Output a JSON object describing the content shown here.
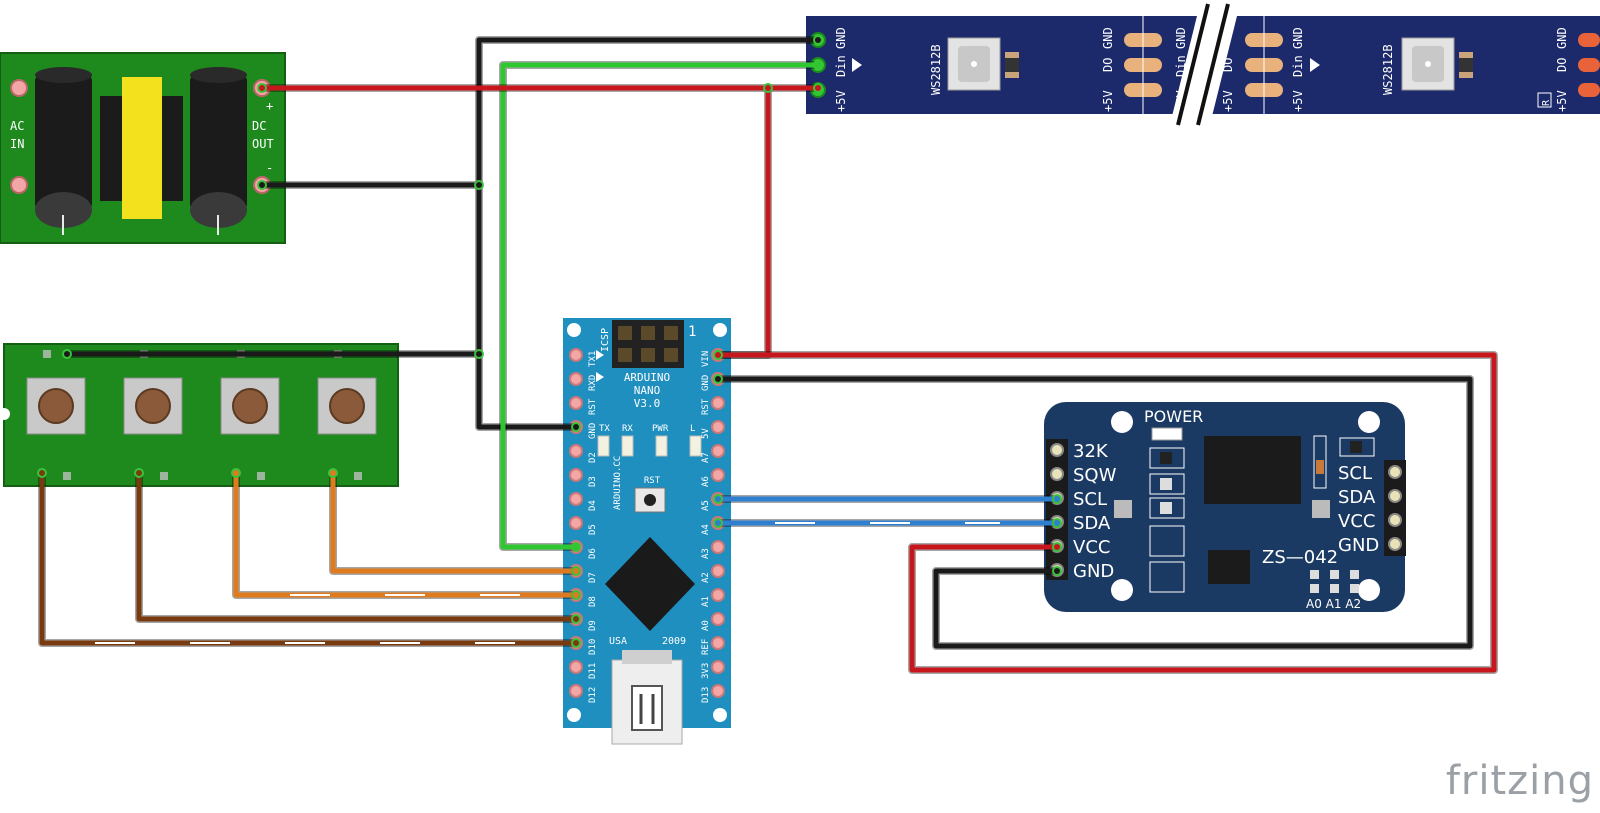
{
  "power_module": {
    "ac_label_1": "AC",
    "ac_label_2": "IN",
    "dc_label_1": "DC",
    "dc_label_2": "OUT",
    "plus": "+",
    "minus": "-"
  },
  "led_strip": {
    "segment_a_pins": [
      "+5V",
      "Din",
      "GND"
    ],
    "segment_a_out_pins": [
      "+5V",
      "DO",
      "GND"
    ],
    "segment_b_pins": [
      "+5V",
      "Din",
      "GND"
    ],
    "segment_b_out_pins": [
      "+5V",
      "DO",
      "GND"
    ],
    "chip_label": "WS2812B",
    "registered_mark": "R"
  },
  "nano": {
    "title_1": "ARDUINO",
    "title_2": "NANO",
    "title_3": "V3.0",
    "icsp": "ICSP",
    "one": "1",
    "site": "ARDUINO.CC",
    "rst": "RST",
    "tx": "TX",
    "rx": "RX",
    "pwr": "PWR",
    "l": "L",
    "usa": "USA",
    "year": "2009",
    "left_pins": [
      "TX1",
      "RXD",
      "RST",
      "GND",
      "D2",
      "D3",
      "D4",
      "D5",
      "D6",
      "D7",
      "D8",
      "D9",
      "D10",
      "D11",
      "D12"
    ],
    "right_pins": [
      "VIN",
      "GND",
      "RST",
      "5V",
      "A7",
      "A6",
      "A5",
      "A4",
      "A3",
      "A2",
      "A1",
      "A0",
      "REF",
      "3V3",
      "D13"
    ]
  },
  "rtc": {
    "power": "POWER",
    "left_pins": [
      "32K",
      "SQW",
      "SCL",
      "SDA",
      "VCC",
      "GND"
    ],
    "right_pins": [
      "SCL",
      "SDA",
      "VCC",
      "GND"
    ],
    "model": "ZS—042",
    "addr_pins": "A0 A1 A2"
  },
  "brand": "fritzing",
  "colors": {
    "wire_red": "#c8161d",
    "wire_black": "#1a1a1a",
    "wire_green": "#2fc72f",
    "wire_blue": "#2f7fd0",
    "wire_orange": "#e07a1f",
    "wire_brown": "#7a3a10",
    "pcb_green": "#1e8a1e",
    "nano_blue": "#1f8fbf",
    "strip_navy": "#1c2a6b",
    "rtc_navy": "#1b3a63"
  }
}
